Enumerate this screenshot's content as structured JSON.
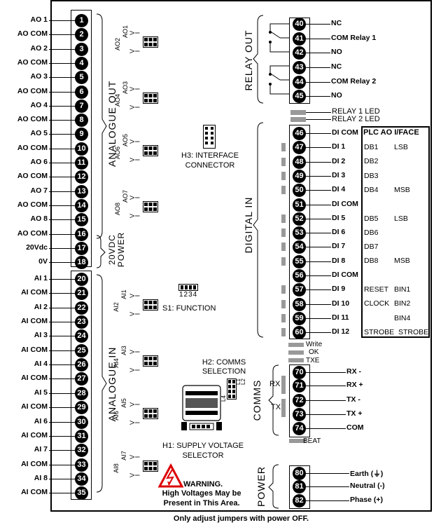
{
  "left_terminals": [
    {
      "n": "1",
      "label": "AO 1"
    },
    {
      "n": "2",
      "label": "AO COM"
    },
    {
      "n": "3",
      "label": "AO 2"
    },
    {
      "n": "4",
      "label": "AO COM"
    },
    {
      "n": "5",
      "label": "AO 3"
    },
    {
      "n": "6",
      "label": "AO COM"
    },
    {
      "n": "7",
      "label": "AO 4"
    },
    {
      "n": "8",
      "label": "AO COM"
    },
    {
      "n": "9",
      "label": "AO 5"
    },
    {
      "n": "10",
      "label": "AO COM"
    },
    {
      "n": "11",
      "label": "AO 6"
    },
    {
      "n": "12",
      "label": "AO COM"
    },
    {
      "n": "13",
      "label": "AO 7"
    },
    {
      "n": "14",
      "label": "AO COM"
    },
    {
      "n": "15",
      "label": "AO 8"
    },
    {
      "n": "16",
      "label": "AO COM"
    },
    {
      "n": "17",
      "label": "20Vdc"
    },
    {
      "n": "18",
      "label": "0V"
    },
    {
      "n": "20",
      "label": "AI 1"
    },
    {
      "n": "21",
      "label": "AI COM"
    },
    {
      "n": "22",
      "label": "AI 2"
    },
    {
      "n": "23",
      "label": "AI COM"
    },
    {
      "n": "24",
      "label": "AI 3"
    },
    {
      "n": "25",
      "label": "AI COM"
    },
    {
      "n": "26",
      "label": "AI 4"
    },
    {
      "n": "27",
      "label": "AI COM"
    },
    {
      "n": "28",
      "label": "AI 5"
    },
    {
      "n": "29",
      "label": "AI COM"
    },
    {
      "n": "30",
      "label": "AI 6"
    },
    {
      "n": "31",
      "label": "AI COM"
    },
    {
      "n": "32",
      "label": "AI 7"
    },
    {
      "n": "33",
      "label": "AI COM"
    },
    {
      "n": "34",
      "label": "AI 8"
    },
    {
      "n": "35",
      "label": "AI COM"
    }
  ],
  "sections": {
    "analogue_out": "ANALOGUE OUT",
    "power_20vdc": "20VDC POWER",
    "analogue_in": "ANALOGUE IN",
    "relay_out": "RELAY OUT",
    "digital_in": "DIGITAL IN",
    "comms": "COMMS",
    "power": "POWER"
  },
  "ao_jumpers": [
    {
      "top": "AO1",
      "bottom": "AO2"
    },
    {
      "top": "AO3",
      "bottom": "AO4"
    },
    {
      "top": "AO5",
      "bottom": "AO6"
    },
    {
      "top": "AO7",
      "bottom": "AO8"
    }
  ],
  "ai_jumpers": [
    {
      "top": "AI1",
      "bottom": "AI2"
    },
    {
      "top": "AI3",
      "bottom": "AI4"
    },
    {
      "top": "AI5",
      "bottom": "AI6"
    },
    {
      "top": "AI7",
      "bottom": "AI8"
    }
  ],
  "jumper_pins": {
    "v": "V",
    "i": "I"
  },
  "h3": {
    "line1": "H3: INTERFACE",
    "line2": "CONNECTOR"
  },
  "s1": {
    "digits": "1234",
    "label": "S1: FUNCTION"
  },
  "h2": {
    "line1": "H2: COMMS",
    "line2": "SELECTION",
    "l1": "L1",
    "l2": "L2",
    "l3": "L3",
    "l4": "L4",
    "rx": "RX",
    "tx": "TX"
  },
  "h1": {
    "line1": "H1: SUPPLY VOLTAGE",
    "line2": "SELECTOR"
  },
  "warning": {
    "title": "WARNING.",
    "line1": "High Voltages May be",
    "line2": "Present in This Area."
  },
  "footer": "Only adjust jumpers with power OFF.",
  "relay_terminals": [
    {
      "n": "40",
      "label": "NC"
    },
    {
      "n": "41",
      "label": "COM  Relay 1"
    },
    {
      "n": "42",
      "label": "NO"
    },
    {
      "n": "43",
      "label": "NC"
    },
    {
      "n": "44",
      "label": "COM  Relay 2"
    },
    {
      "n": "45",
      "label": "NO"
    }
  ],
  "relay_leds": [
    "RELAY 1 LED",
    "RELAY 2 LED"
  ],
  "di_terminals": [
    {
      "n": "46",
      "label": "DI COM"
    },
    {
      "n": "47",
      "label": "DI 1"
    },
    {
      "n": "48",
      "label": "DI 2"
    },
    {
      "n": "49",
      "label": "DI 3"
    },
    {
      "n": "50",
      "label": "DI 4"
    },
    {
      "n": "51",
      "label": "DI COM"
    },
    {
      "n": "52",
      "label": "DI 5"
    },
    {
      "n": "53",
      "label": "DI 6"
    },
    {
      "n": "54",
      "label": "DI 7"
    },
    {
      "n": "55",
      "label": "DI 8"
    },
    {
      "n": "56",
      "label": "DI COM"
    },
    {
      "n": "57",
      "label": "DI 9"
    },
    {
      "n": "58",
      "label": "DI 10"
    },
    {
      "n": "59",
      "label": "DI 11"
    },
    {
      "n": "60",
      "label": "DI 12"
    }
  ],
  "plc_header": "PLC AO I/FACE",
  "plc_rows": [
    {
      "a": "DB1",
      "b": "LSB"
    },
    {
      "a": "DB2",
      "b": ""
    },
    {
      "a": "DB3",
      "b": ""
    },
    {
      "a": "DB4",
      "b": "MSB"
    },
    {
      "a": "",
      "b": ""
    },
    {
      "a": "DB5",
      "b": "LSB"
    },
    {
      "a": "DB6",
      "b": ""
    },
    {
      "a": "DB7",
      "b": ""
    },
    {
      "a": "DB8",
      "b": "MSB"
    },
    {
      "a": "",
      "b": ""
    },
    {
      "a": "RESET",
      "b": "BIN1"
    },
    {
      "a": "CLOCK",
      "b": "BIN2"
    },
    {
      "a": "",
      "b": "BIN4"
    },
    {
      "a": "STROBE",
      "b": "STROBE"
    }
  ],
  "comms_leds": {
    "write": "Write",
    "ok": "OK",
    "txe": "TXE",
    "beat": "BEAT"
  },
  "comms_terminals": [
    {
      "n": "70",
      "label": "RX -"
    },
    {
      "n": "71",
      "label": "RX +"
    },
    {
      "n": "72",
      "label": "TX -"
    },
    {
      "n": "73",
      "label": "TX +"
    },
    {
      "n": "74",
      "label": "COM"
    }
  ],
  "power_terminals": [
    {
      "n": "80",
      "label": "Earth (⏚)"
    },
    {
      "n": "81",
      "label": "Neutral (-)"
    },
    {
      "n": "82",
      "label": "Phase  (+)"
    }
  ]
}
